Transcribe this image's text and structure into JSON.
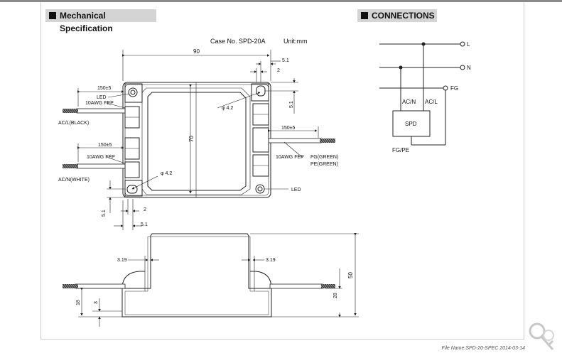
{
  "sections": {
    "mechanical_title": "Mechanical Specification",
    "connections_title": "CONNECTIONS"
  },
  "mech": {
    "case_no": "Case No. SPD-20A",
    "unit": "Unit:mm",
    "dims": {
      "width": "90",
      "height": "70",
      "d51_top": "5.1",
      "d2_top": "2",
      "d51_side": "5.1",
      "d51_bottom_left": "5.1",
      "d2_bottom": "2",
      "d51_bottom": "5.1",
      "hole_top": "φ 4.2",
      "hole_bottom": "φ 4.2",
      "lead_len_1": "150±5",
      "lead_len_2": "150±5",
      "lead_len_3": "150±5",
      "h50": "50",
      "h28": "28",
      "h18": "18",
      "h3": "3",
      "d319_left": "3.19",
      "d319_right": "3.19"
    },
    "labels": {
      "led_top": "LED",
      "awg_1": "10AWG FEP",
      "ac_l": "AC/L(BLACK)",
      "awg_2": "10AWG FEP",
      "ac_n": "AC/N(WHITE)",
      "awg_3": "10AWG FEP",
      "fg_green": "FG(GREEN)",
      "pe_green": "PE(GREEN)",
      "led_right": "LED"
    }
  },
  "connections": {
    "terminal_l": "L",
    "terminal_n": "N",
    "terminal_fg": "FG",
    "acn": "AC/N",
    "acl": "AC/L",
    "spd": "SPD",
    "fgpe": "FG/PE"
  },
  "footer": {
    "text": "File Name:SPD-20-SPEC   2014-03-14"
  },
  "icons": {
    "corner": "key-icon"
  }
}
